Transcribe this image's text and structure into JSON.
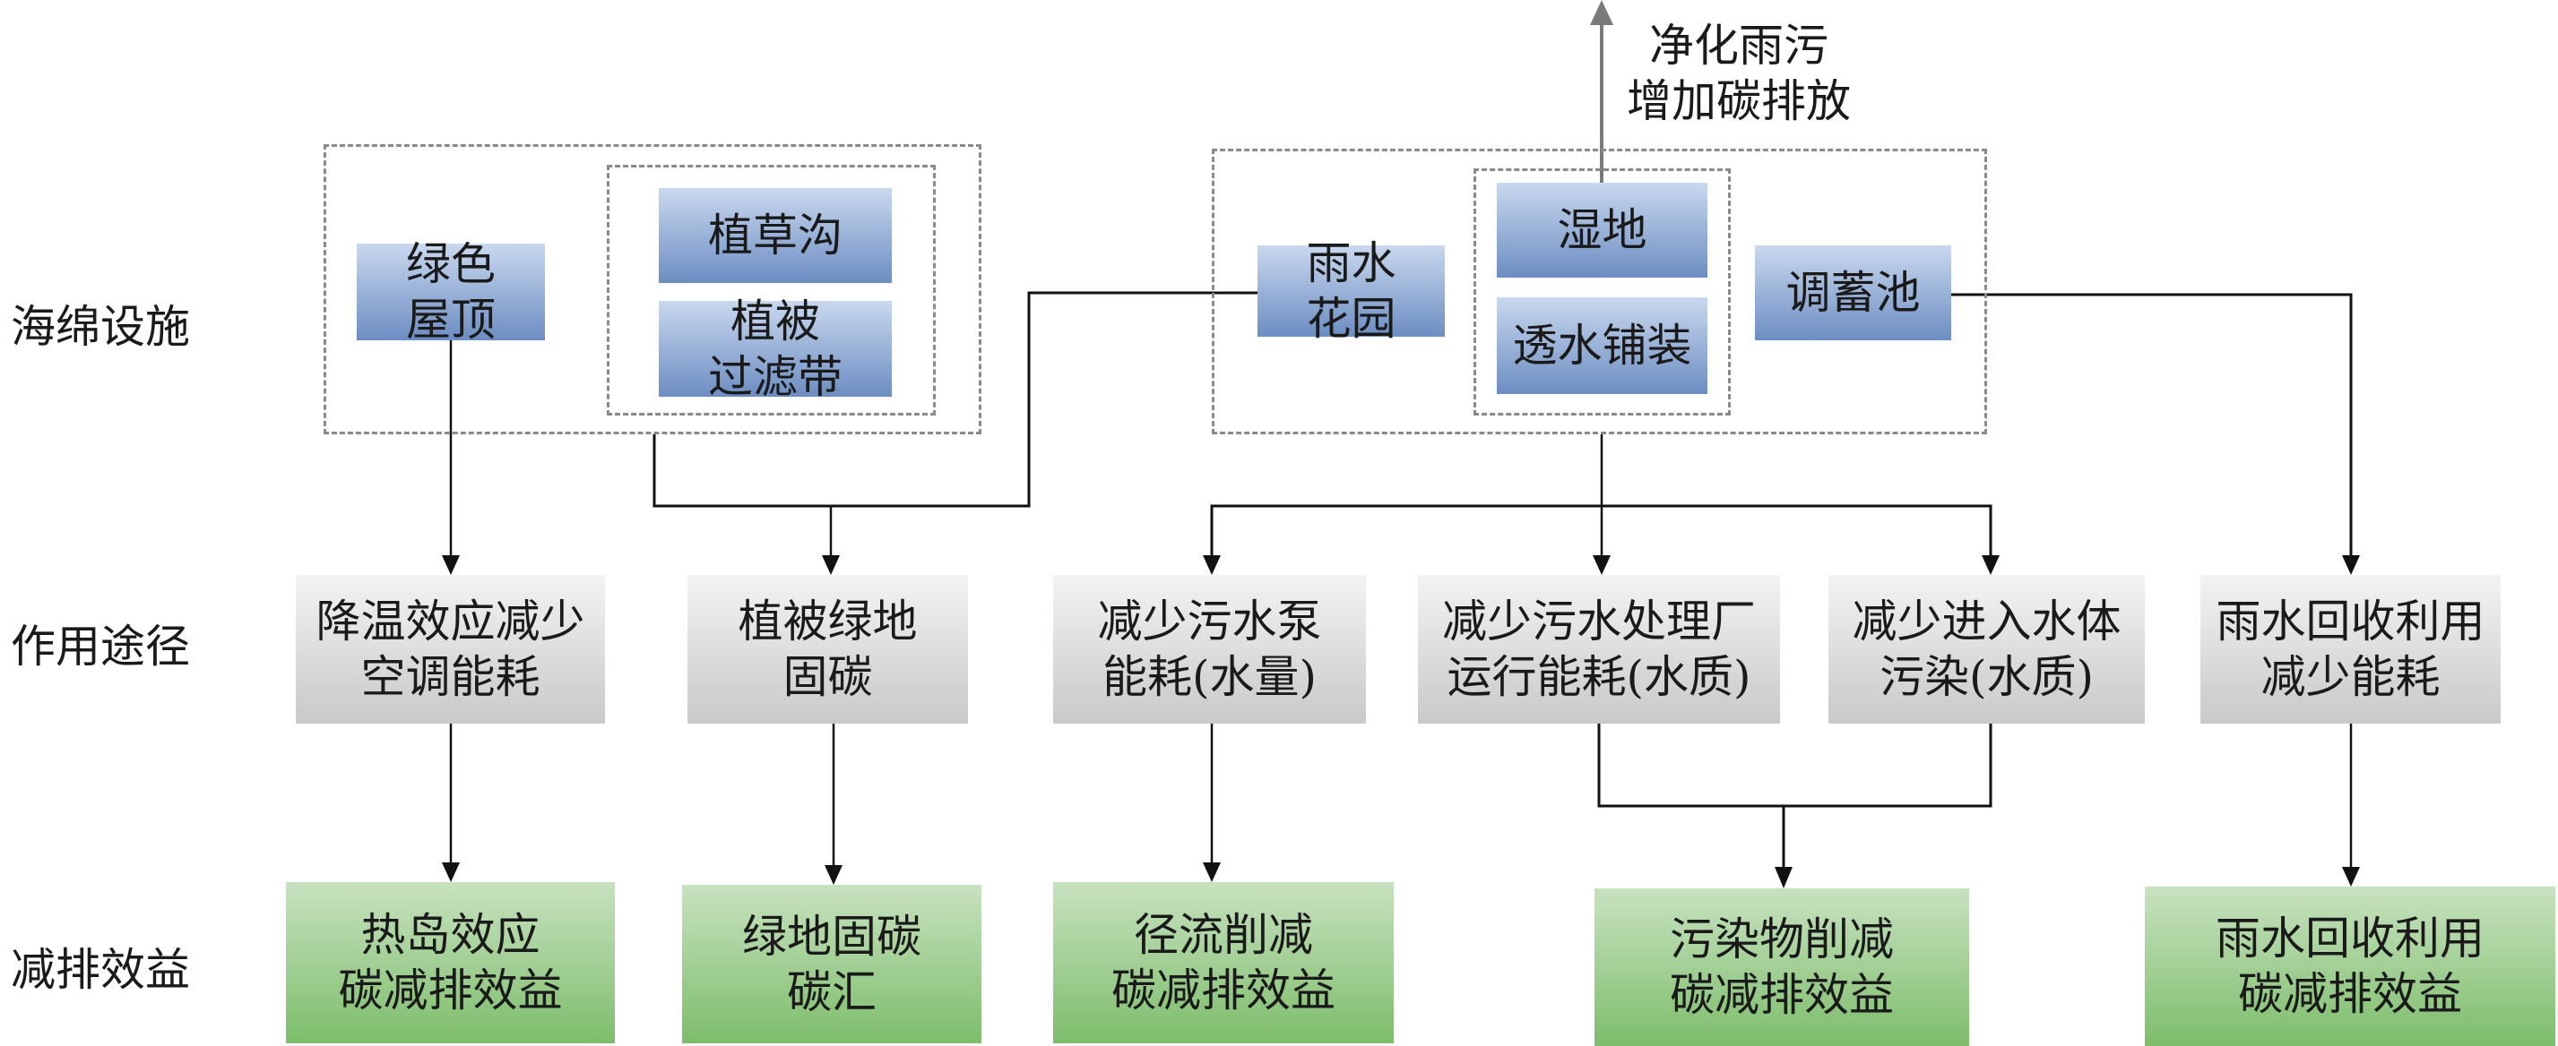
{
  "row_labels": {
    "facilities": "海绵设施",
    "pathways": "作用途径",
    "benefits": "减排效益"
  },
  "top_note": "净化雨污\n增加碳排放",
  "facilities": {
    "green_roof": "绿色\n屋顶",
    "grass_swale": "植草沟",
    "vegetated_filter": "植被\n过滤带",
    "rain_garden": "雨水\n花园",
    "wetland": "湿地",
    "permeable_pavement": "透水铺装",
    "storage_pond": "调蓄池"
  },
  "pathways": [
    "降温效应减少\n空调能耗",
    "植被绿地\n固碳",
    "减少污水泵\n能耗(水量)",
    "减少污水处理厂\n运行能耗(水质)",
    "减少进入水体\n污染(水质)",
    "雨水回收利用\n减少能耗"
  ],
  "benefits": [
    "热岛效应\n碳减排效益",
    "绿地固碳\n碳汇",
    "径流削减\n碳减排效益",
    "污染物削减\n碳减排效益",
    "雨水回收利用\n碳减排效益"
  ],
  "colors": {
    "facility": "#7c98c8",
    "pathway": "#d6d6d6",
    "benefit": "#93c985",
    "line": "#111111",
    "up_arrow": "#7a7a7a"
  }
}
